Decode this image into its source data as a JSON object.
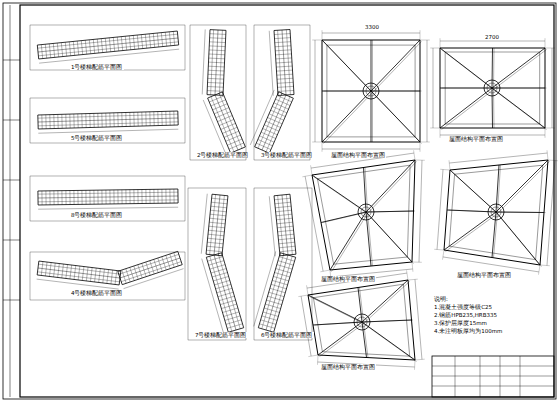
{
  "diagram": {
    "labels": [
      "1号楼梯配筋平面图",
      "5号楼梯配筋平面图",
      "8号楼梯配筋平面图",
      "4号楼梯配筋平面图",
      "2号楼梯配筋平面图",
      "3号楼梯配筋平面图",
      "7号楼梯配筋平面图",
      "6号楼梯配筋平面图",
      "屋面结构平面布置图",
      "屋面结构平面布置图",
      "屋面结构平面布置图",
      "屋面结构平面布置图",
      "屋面结构平面布置图",
      "说明:",
      "1.混凝土强度等级C25",
      "2.钢筋HPB235,HRB335",
      "3.保护层厚度15mm",
      "4.未注明板厚均为100mm",
      "3300",
      "2700"
    ]
  }
}
